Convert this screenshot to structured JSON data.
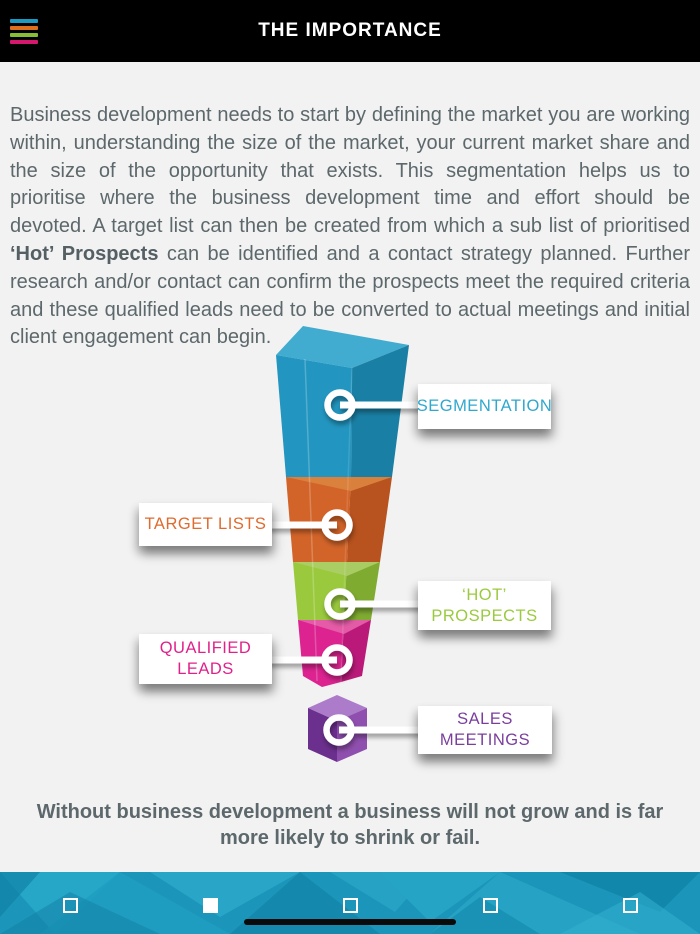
{
  "header": {
    "title": "THE IMPORTANCE",
    "menu_icon_colors": [
      "#1B9AC4",
      "#DF6E1E",
      "#8ABD35",
      "#D6176E"
    ]
  },
  "intro": {
    "text_before": "Business development needs to start by defining the market you are working within, understanding the size of the market, your current market share and the size of the opportunity that exists. This segmentation helps us to prioritise where the business development time and effort should be devoted. A target list can then be created from which a sub list of prioritised ",
    "bold_text": "‘Hot’ Prospects",
    "text_after": " can be identified and a contact strategy planned. Further research and/or contact can confirm the prospects meet the required criteria and these qualified leads need to be converted to actual meetings and initial client engagement can begin."
  },
  "funnel": {
    "stages": [
      {
        "label": "SEGMENTATION",
        "lines": [
          "SEGMENTATION"
        ],
        "color": "#2FA8CE",
        "label_side": "right"
      },
      {
        "label": "TARGET LISTS",
        "lines": [
          "TARGET LISTS"
        ],
        "color": "#DE6B2F",
        "label_side": "left"
      },
      {
        "label": "‘HOT’ PROSPECTS",
        "lines": [
          "‘HOT’",
          "PROSPECTS"
        ],
        "color": "#9BCA3F",
        "label_side": "right"
      },
      {
        "label": "QUALIFIED LEADS",
        "lines": [
          "QUALIFIED",
          "LEADS"
        ],
        "color": "#E0218A",
        "label_side": "left"
      },
      {
        "label": "SALES MEETINGS",
        "lines": [
          "SALES",
          "MEETINGS"
        ],
        "color": "#7A3F9D",
        "label_side": "right"
      }
    ]
  },
  "statement": "Without business development a business will not grow and is far more likely to shrink or fail.",
  "pagination": {
    "total_pages": 5,
    "active_page": 2,
    "footer_color": "#1B96BA"
  }
}
